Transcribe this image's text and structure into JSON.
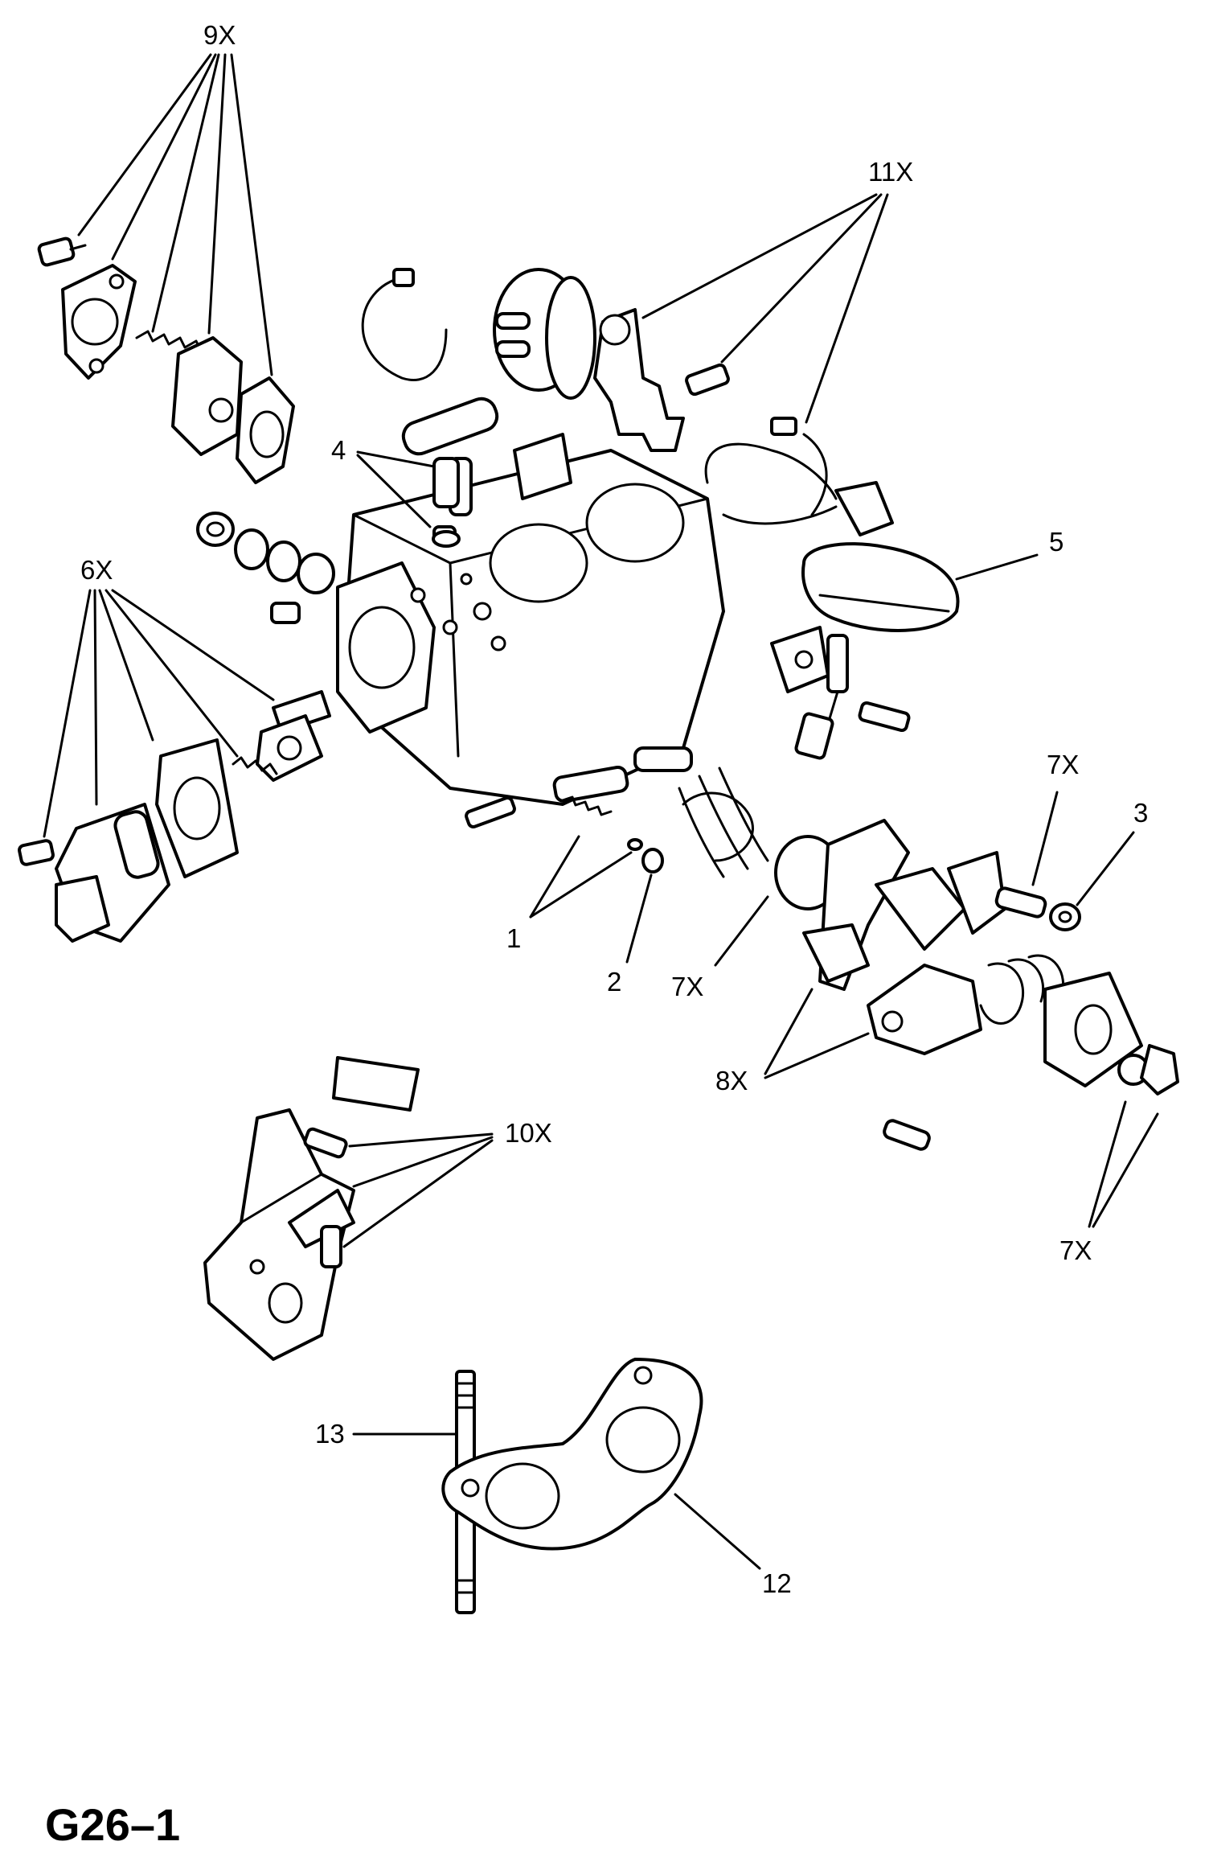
{
  "diagram_code": "G26–1",
  "callouts": {
    "c9x": "9X",
    "c11x": "11X",
    "c4": "4",
    "c5": "5",
    "c6x": "6X",
    "c7x_top": "7X",
    "c3": "3",
    "c1": "1",
    "c2": "2",
    "c7x_mid": "7X",
    "c8x": "8X",
    "c10x": "10X",
    "c7x_bottom": "7X",
    "c13": "13",
    "c12": "12"
  }
}
